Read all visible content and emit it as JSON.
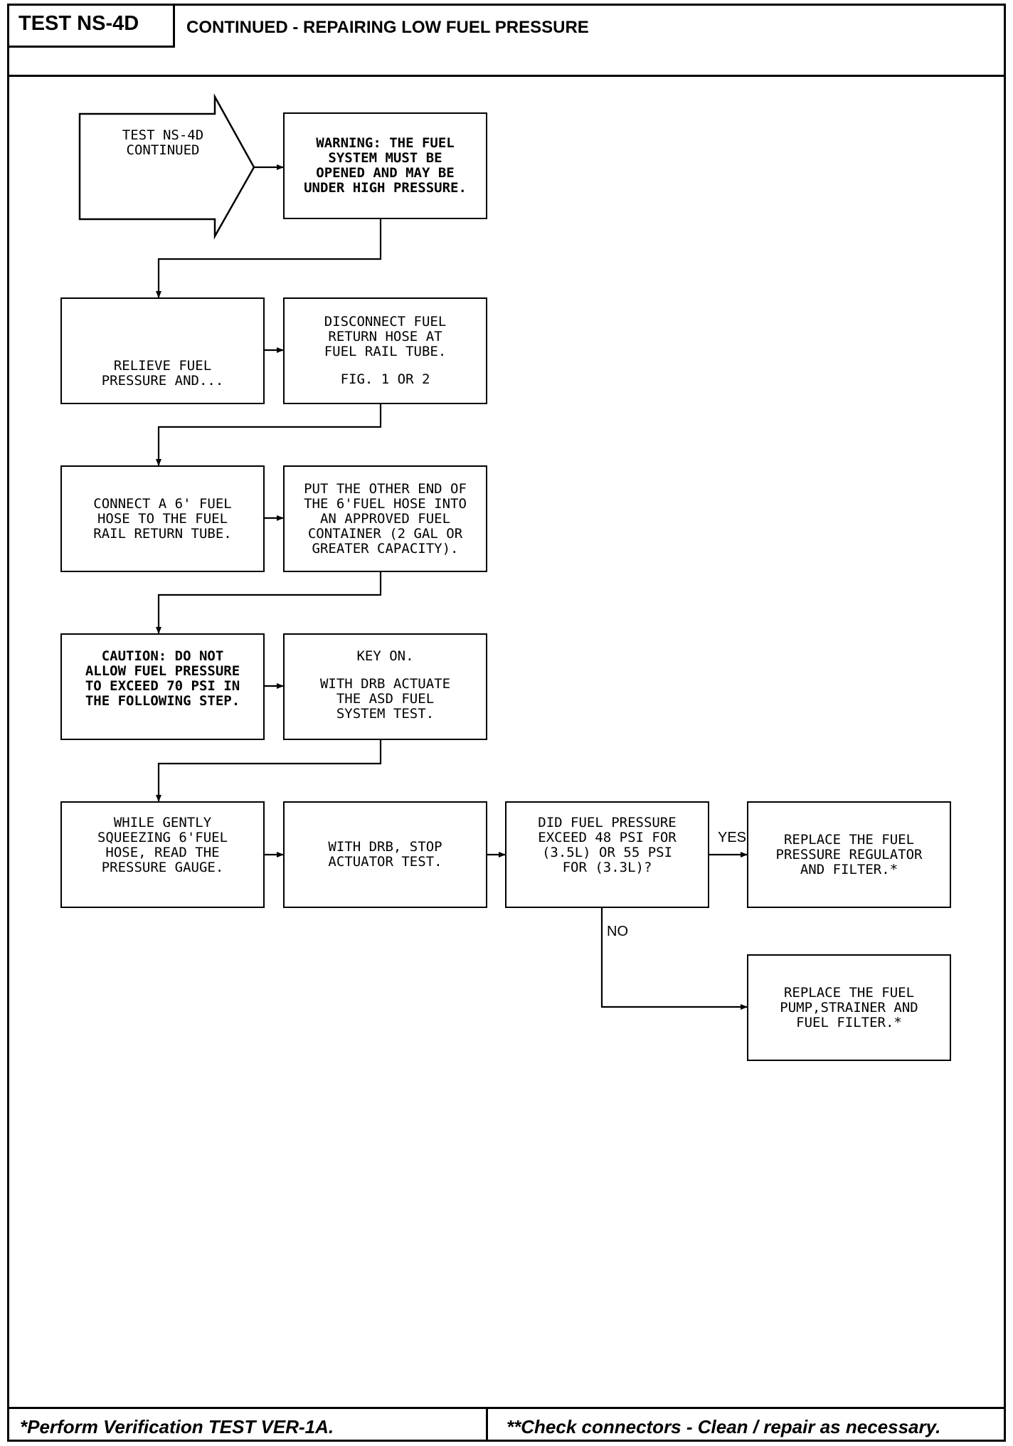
{
  "header": {
    "test_id": "TEST NS-4D",
    "title": "CONTINUED - REPAIRING LOW FUEL PRESSURE"
  },
  "flow": {
    "start": [
      "TEST NS-4D",
      "CONTINUED"
    ],
    "warning": [
      "WARNING: THE FUEL",
      "SYSTEM MUST BE",
      "OPENED AND MAY BE",
      "UNDER HIGH PRESSURE."
    ],
    "relieve": [
      "RELIEVE FUEL",
      "PRESSURE AND..."
    ],
    "disconnect": [
      "DISCONNECT FUEL",
      "RETURN HOSE AT",
      "FUEL RAIL TUBE."
    ],
    "disconnect_ref": "FIG. 1 OR 2",
    "connect": [
      "CONNECT A 6' FUEL",
      "HOSE TO THE FUEL",
      "RAIL RETURN TUBE."
    ],
    "put_end": [
      "PUT THE OTHER END OF",
      "THE 6'FUEL HOSE INTO",
      "AN APPROVED FUEL",
      "CONTAINER (2 GAL OR",
      "GREATER CAPACITY)."
    ],
    "caution": [
      "CAUTION: DO NOT",
      "ALLOW FUEL PRESSURE",
      "TO EXCEED 70 PSI IN",
      "THE FOLLOWING STEP."
    ],
    "key_on": "KEY ON.",
    "actuate": [
      "WITH DRB ACTUATE",
      "THE ASD FUEL",
      "SYSTEM TEST."
    ],
    "squeeze": [
      "WHILE GENTLY",
      "SQUEEZING 6'FUEL",
      "HOSE, READ THE",
      "PRESSURE GAUGE."
    ],
    "stop": [
      "WITH DRB, STOP",
      "ACTUATOR TEST."
    ],
    "question": [
      "DID FUEL PRESSURE",
      "EXCEED 48 PSI FOR",
      "(3.5L) OR 55 PSI",
      "FOR (3.3L)?"
    ],
    "yes_label": "YES",
    "no_label": "NO",
    "replace_regulator": [
      "REPLACE THE FUEL",
      "PRESSURE REGULATOR",
      "AND FILTER.*"
    ],
    "replace_pump": [
      "REPLACE THE FUEL",
      "PUMP,STRAINER AND",
      "FUEL FILTER.*"
    ]
  },
  "footer": {
    "left": "*Perform Verification TEST VER-1A.",
    "right": "**Check connectors - Clean / repair as necessary."
  }
}
